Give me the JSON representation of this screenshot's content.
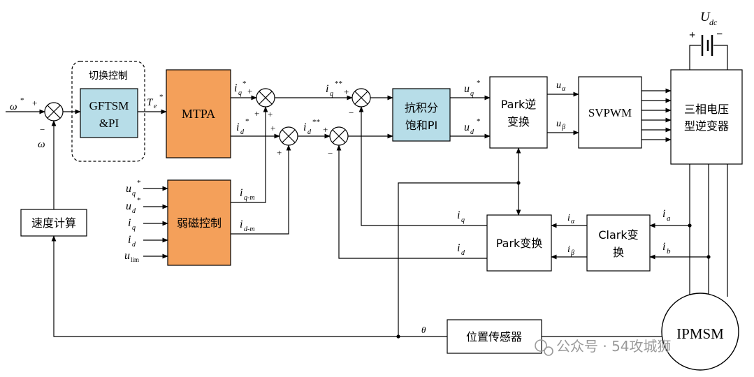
{
  "colors": {
    "orange": "#F4A05A",
    "lightblue": "#B7DDE8",
    "line": "#000000",
    "watermark": "#9a9a9a"
  },
  "blocks": {
    "switch_ctrl": "切换控制",
    "gftsm_1": "GFTSM",
    "gftsm_2": "&PI",
    "mtpa": "MTPA",
    "weak": "弱磁控制",
    "speed": "速度计算",
    "antiwindup_1": "抗积分",
    "antiwindup_2": "饱和PI",
    "park_inv_1": "Park逆",
    "park_inv_2": "变换",
    "svpwm": "SVPWM",
    "inverter_1": "三相电压",
    "inverter_2": "型逆变器",
    "park": "Park变换",
    "clark_1": "Clark变",
    "clark_2": "换",
    "position": "位置传感器",
    "motor": "IPMSM"
  },
  "signals": {
    "omega": "ω",
    "star": "*",
    "dstar": "**",
    "plus": "+",
    "minus": "−",
    "T": "T",
    "e": "e",
    "i": "i",
    "u": "u",
    "q": "q",
    "d": "d",
    "qm": "q-m",
    "dm": "d-m",
    "lim": "lim",
    "a": "a",
    "b": "b",
    "alpha": "α",
    "beta": "β",
    "theta": "θ",
    "U": "U",
    "dc": "dc"
  },
  "watermark": "公众号 · 54攻城狮"
}
